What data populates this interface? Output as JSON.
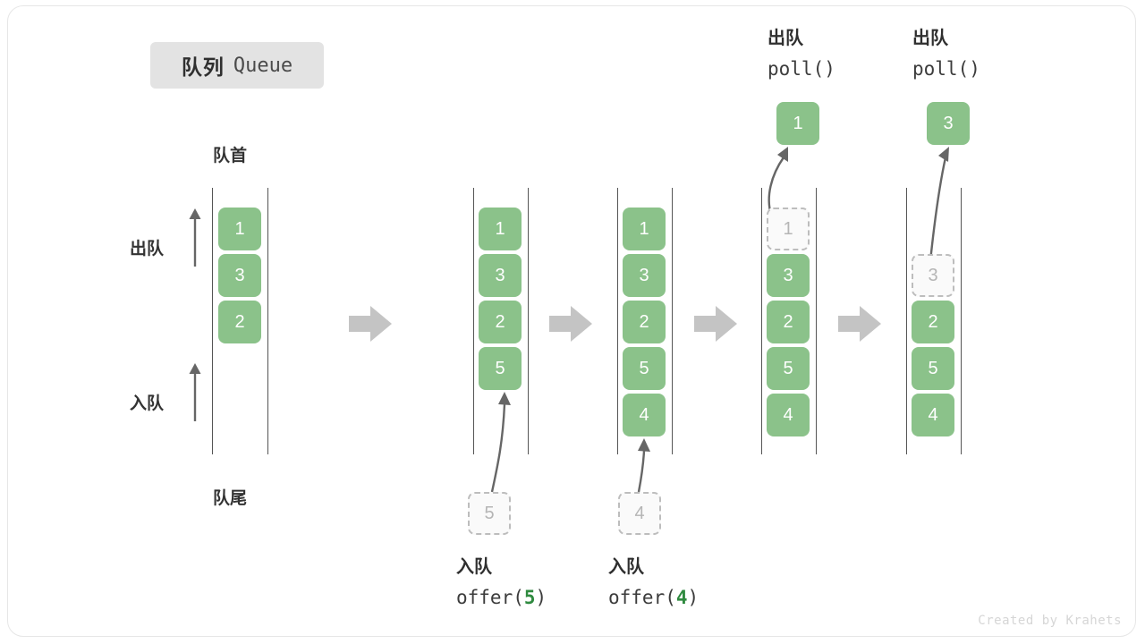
{
  "title": {
    "cn": "队列",
    "en": "Queue"
  },
  "annotations": {
    "front": "队首",
    "rear": "队尾",
    "dequeue_arrow": "出队",
    "enqueue_arrow": "入队"
  },
  "colors": {
    "element_fill": "#8bc28a",
    "element_text": "#ffffff",
    "ghost_fill": "#fafafa",
    "ghost_border": "#bdbdbd",
    "ghost_text": "#b5b5b5",
    "rail": "#555555",
    "step_arrow": "#c4c4c4",
    "curve_arrow": "#666666",
    "badge_bg": "#e3e3e3",
    "highlight": "#2f8a3f"
  },
  "columns": [
    {
      "id": "initial",
      "slots": [
        {
          "value": "1",
          "state": "filled"
        },
        {
          "value": "3",
          "state": "filled"
        },
        {
          "value": "2",
          "state": "filled"
        }
      ]
    },
    {
      "id": "after-offer-5",
      "slots": [
        {
          "value": "1",
          "state": "filled"
        },
        {
          "value": "3",
          "state": "filled"
        },
        {
          "value": "2",
          "state": "filled"
        },
        {
          "value": "5",
          "state": "filled"
        }
      ],
      "incoming": {
        "value": "5",
        "state": "ghost"
      },
      "operation": {
        "cn": "入队",
        "code_prefix": "offer(",
        "code_arg": "5",
        "code_suffix": ")"
      }
    },
    {
      "id": "after-offer-4",
      "slots": [
        {
          "value": "1",
          "state": "filled"
        },
        {
          "value": "3",
          "state": "filled"
        },
        {
          "value": "2",
          "state": "filled"
        },
        {
          "value": "5",
          "state": "filled"
        },
        {
          "value": "4",
          "state": "filled"
        }
      ],
      "incoming": {
        "value": "4",
        "state": "ghost"
      },
      "operation": {
        "cn": "入队",
        "code_prefix": "offer(",
        "code_arg": "4",
        "code_suffix": ")"
      }
    },
    {
      "id": "after-poll-1",
      "slots": [
        {
          "value": "1",
          "state": "ghost"
        },
        {
          "value": "3",
          "state": "filled"
        },
        {
          "value": "2",
          "state": "filled"
        },
        {
          "value": "5",
          "state": "filled"
        },
        {
          "value": "4",
          "state": "filled"
        }
      ],
      "outgoing": {
        "value": "1",
        "state": "filled"
      },
      "operation": {
        "cn": "出队",
        "code_prefix": "poll(",
        "code_arg": "",
        "code_suffix": ")"
      }
    },
    {
      "id": "after-poll-3",
      "slots": [
        {
          "value": "3",
          "state": "ghost"
        },
        {
          "value": "2",
          "state": "filled"
        },
        {
          "value": "5",
          "state": "filled"
        },
        {
          "value": "4",
          "state": "filled"
        }
      ],
      "outgoing": {
        "value": "3",
        "state": "filled"
      },
      "operation": {
        "cn": "出队",
        "code_prefix": "poll(",
        "code_arg": "",
        "code_suffix": ")"
      }
    }
  ],
  "watermark": "Created by Krahets"
}
